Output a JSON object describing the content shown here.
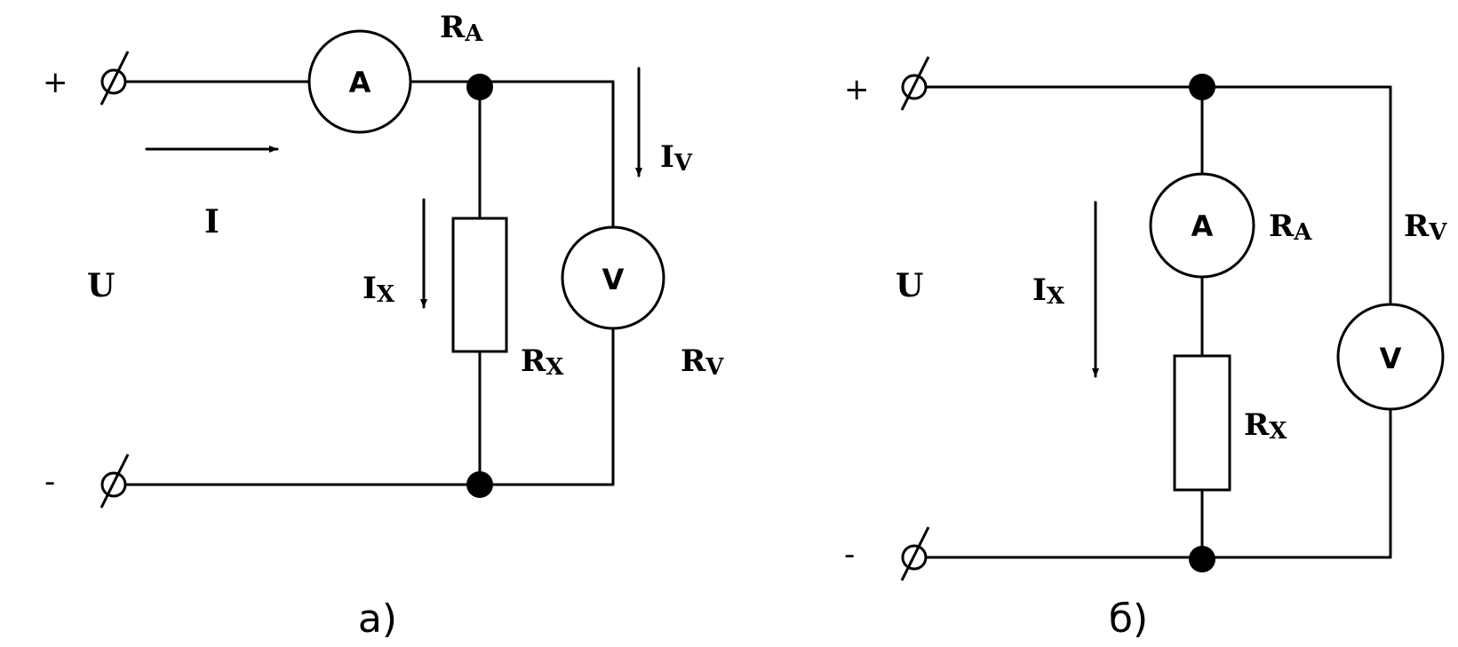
{
  "circuit_a": {
    "plus": "+",
    "minus": "-",
    "ammeter": "A",
    "voltmeter": "V",
    "ra_main": "R",
    "ra_sub": "A",
    "rv_main": "R",
    "rv_sub": "V",
    "rx_main": "R",
    "rx_sub": "X",
    "i_total": "I",
    "iv_main": "I",
    "iv_sub": "V",
    "ix_main": "I",
    "ix_sub": "X",
    "voltage": "U",
    "caption": "а)"
  },
  "circuit_b": {
    "plus": "+",
    "minus": "-",
    "ammeter": "A",
    "voltmeter": "V",
    "ra_main": "R",
    "ra_sub": "A",
    "rv_main": "R",
    "rv_sub": "V",
    "rx_main": "R",
    "rx_sub": "X",
    "ix_main": "I",
    "ix_sub": "X",
    "voltage": "U",
    "caption": "б)"
  }
}
